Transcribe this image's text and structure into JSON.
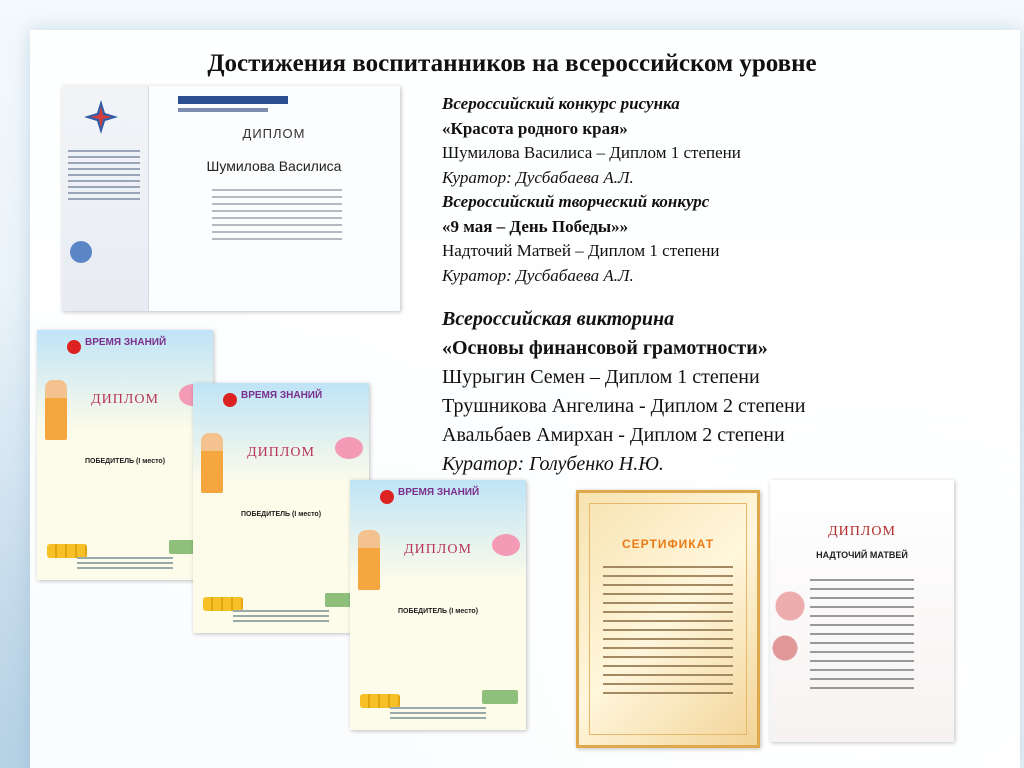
{
  "title": "Достижения воспитанников на всероссийском уровне",
  "block1": {
    "contest1_type": "Всероссийский конкурс рисунка",
    "contest1_name": "«Красота родного края»",
    "contest1_result": "Шумилова Василиса – Диплом 1 степени",
    "contest1_curator": "Куратор: Дусбабаева А.Л.",
    "contest2_type": "Всероссийский творческий конкурс",
    "contest2_name": "«9 мая – День Победы»»",
    "contest2_result": "Надточий Матвей – Диплом 1 степени",
    "contest2_curator": "Куратор: Дусбабаева А.Л."
  },
  "block2": {
    "quiz_type": "Всероссийская викторина",
    "quiz_name": "«Основы финансовой грамотности»",
    "results": [
      "Шурыгин Семен – Диплом 1 степени",
      "Трушникова Ангелина - Диплом 2 степени",
      "Авальбаев Амирхан - Диплом 2 степени"
    ],
    "curator": "Куратор: Голубенко Н.Ю."
  },
  "images": {
    "cert_a": {
      "heading": "ДИПЛОМ",
      "name": "Шумилова Василиса"
    },
    "vz_brand": "ВРЕМЯ ЗНАНИЙ",
    "vz_diploma": "ДИПЛОМ",
    "vz_winner": "ПОБЕДИТЕЛЬ (I место)",
    "cert_b": {
      "heading": "СЕРТИФИКАТ"
    },
    "cert_c": {
      "heading": "ДИПЛОМ",
      "name": "НАДТОЧИЙ МАТВЕЙ"
    }
  },
  "colors": {
    "accent_red": "#b9355b",
    "brand_purple": "#7b2f8c",
    "orange": "#e97b16"
  }
}
